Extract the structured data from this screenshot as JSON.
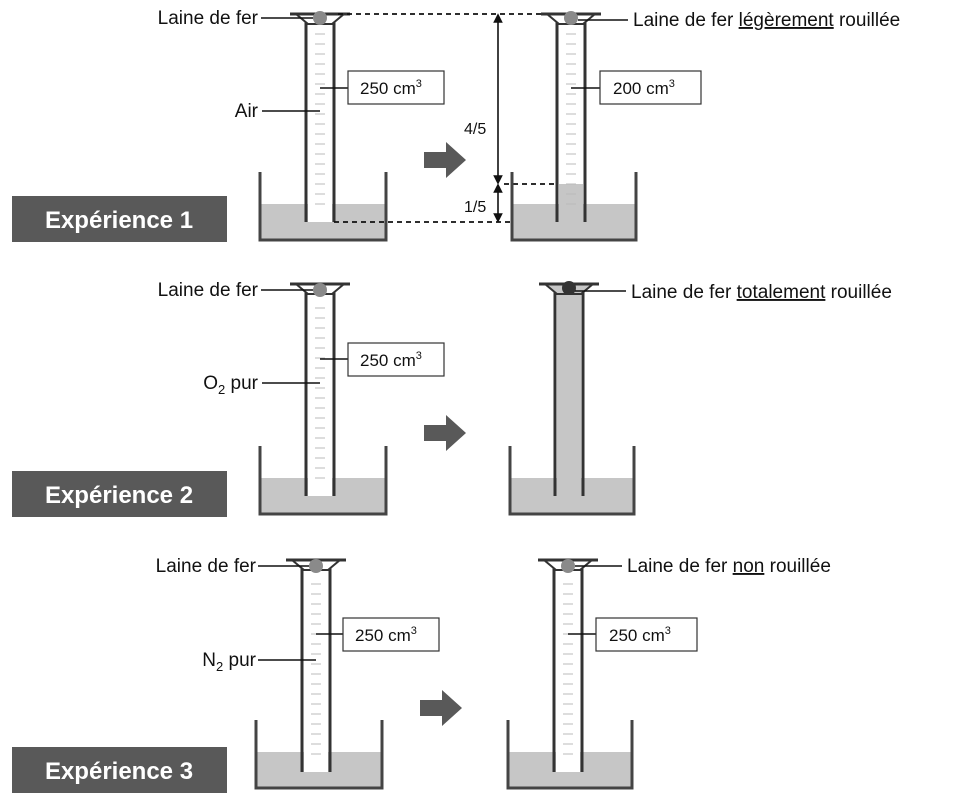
{
  "experiments": [
    {
      "title": "Expérience 1",
      "gas_label": "Air",
      "gas_sub": "",
      "left_label": "Laine de fer",
      "left_volume": "250 cm",
      "right_label_pre": "Laine de fer ",
      "right_label_u": "légèrement",
      "right_label_post": " rouillée",
      "right_volume": "200 cm",
      "frac_top": "4/5",
      "frac_bottom": "1/5"
    },
    {
      "title": "Expérience 2",
      "gas_label": "O",
      "gas_sub": "2",
      "gas_suffix": " pur",
      "left_label": "Laine de fer",
      "left_volume": "250 cm",
      "right_label_pre": "Laine de fer ",
      "right_label_u": "totalement",
      "right_label_post": " rouillée"
    },
    {
      "title": "Expérience 3",
      "gas_label": "N",
      "gas_sub": "2",
      "gas_suffix": " pur",
      "left_label": "Laine de fer",
      "left_volume": "250 cm",
      "right_label_pre": "Laine de fer ",
      "right_label_u": "non",
      "right_label_post": " rouillée",
      "right_volume": "250 cm"
    }
  ],
  "unit_sup": "3",
  "colors": {
    "label_bg": "#595959",
    "water": "#c6c6c6",
    "arrow": "#595959"
  }
}
